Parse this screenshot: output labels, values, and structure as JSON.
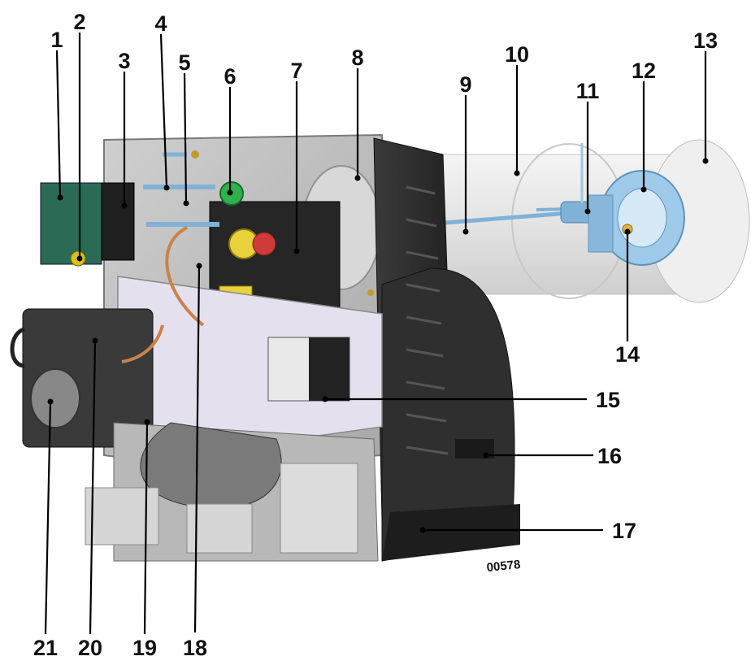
{
  "figure_code": "00578",
  "callouts": [
    {
      "id": "1",
      "label": "1"
    },
    {
      "id": "2",
      "label": "2"
    },
    {
      "id": "3",
      "label": "3"
    },
    {
      "id": "4",
      "label": "4"
    },
    {
      "id": "5",
      "label": "5"
    },
    {
      "id": "6",
      "label": "6"
    },
    {
      "id": "7",
      "label": "7"
    },
    {
      "id": "8",
      "label": "8"
    },
    {
      "id": "9",
      "label": "9"
    },
    {
      "id": "10",
      "label": "10"
    },
    {
      "id": "11",
      "label": "11"
    },
    {
      "id": "12",
      "label": "12"
    },
    {
      "id": "13",
      "label": "13"
    },
    {
      "id": "14",
      "label": "14"
    },
    {
      "id": "15",
      "label": "15"
    },
    {
      "id": "16",
      "label": "16"
    },
    {
      "id": "17",
      "label": "17"
    },
    {
      "id": "18",
      "label": "18"
    },
    {
      "id": "19",
      "label": "19"
    },
    {
      "id": "20",
      "label": "20"
    },
    {
      "id": "21",
      "label": "21"
    }
  ]
}
